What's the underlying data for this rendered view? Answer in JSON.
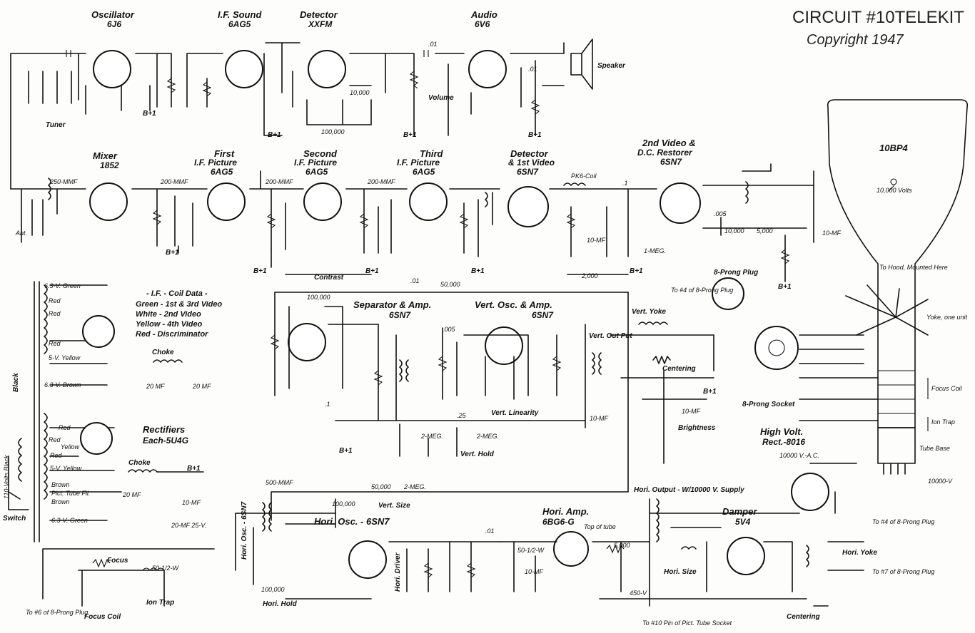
{
  "title": {
    "line1": "CIRCUIT #10TELEKIT",
    "line2": "Copyright 1947"
  },
  "stages": {
    "oscillator": {
      "name": "Oscillator",
      "tube": "6J6"
    },
    "if_sound": {
      "name": "I.F. Sound",
      "tube": "6AG5"
    },
    "detector": {
      "name": "Detector",
      "tube": "XXFM"
    },
    "audio": {
      "name": "Audio",
      "tube": "6V6"
    },
    "mixer": {
      "name": "Mixer",
      "tube": "1852"
    },
    "first_if": {
      "name1": "First",
      "name2": "I.F. Picture",
      "tube": "6AG5"
    },
    "second_if": {
      "name1": "Second",
      "name2": "I.F. Picture",
      "tube": "6AG5"
    },
    "third_if": {
      "name1": "Third",
      "name2": "I.F. Picture",
      "tube": "6AG5"
    },
    "detector_video": {
      "name1": "Detector",
      "name2": "& 1st Video",
      "tube": "6SN7"
    },
    "second_video": {
      "name1": "2nd Video &",
      "name2": "D.C. Restorer",
      "tube": "6SN7"
    },
    "crt": {
      "tube": "10BP4",
      "volts": "10,000 Volts"
    },
    "separator": {
      "name": "Separator & Amp.",
      "tube": "6SN7"
    },
    "vert_osc": {
      "name": "Vert. Osc. & Amp.",
      "tube": "6SN7"
    },
    "rectifiers": {
      "name": "Rectifiers",
      "tube": "Each-5U4G"
    },
    "hori_osc": {
      "name": "Hori. Osc. - 6SN7"
    },
    "hori_amp": {
      "name": "Hori. Amp.",
      "tube": "6BG6-G"
    },
    "damper": {
      "name": "Damper",
      "tube": "5V4"
    },
    "high_volt": {
      "name": "High Volt.",
      "tube": "Rect.-8016"
    }
  },
  "if_coil_data": {
    "heading": "- I.F. - Coil Data -",
    "rows": [
      "Green - 1st & 3rd Video",
      "White - 2nd Video",
      "Yellow - 4th Video",
      "Red - Discriminator"
    ]
  },
  "labels": {
    "speaker": "Speaker",
    "tuner": "Tuner",
    "ant": "Ant.",
    "contrast": "Contrast",
    "volume": "Volume",
    "choke": "Choke",
    "switch": "Switch",
    "line": "110-Volts Black",
    "black": "Black",
    "focus": "Focus",
    "focus_coil": "Focus Coil",
    "ion_trap": "Ion Trap",
    "vert_yoke": "Vert. Yoke",
    "vert_out": "Vert. Out Put",
    "centering": "Centering",
    "brightness": "Brightness",
    "vert_linearity": "Vert. Linearity",
    "vert_hold": "Vert. Hold",
    "vert_size": "Vert. Size",
    "hori_hold": "Hori. Hold",
    "hori_driver": "Hori. Driver",
    "hori_size": "Hori. Size",
    "hori_yoke": "Hori. Yoke",
    "hori_output": "Hori. Output - W/10000 V. Supply",
    "tube_base": "Tube Base",
    "eight_prong_plug": "8-Prong Plug",
    "eight_prong_socket": "8-Prong Socket",
    "yoke_unit": "Yoke, one unit",
    "to_hood": "To Hood, Mounted Here",
    "ten_kv": "10000-V",
    "ten_kv_ac": "10000 V.-A.C.",
    "top_of_tube": "Top of tube",
    "pkg_coil": "PK6-Coil"
  },
  "transformer_taps": [
    "6.3-V. Green",
    "Red",
    "Red",
    "Red",
    "5-V. Yellow",
    "6.3-V. Brown",
    "Red",
    "Red",
    "Yellow",
    "Red",
    "5-V. Yellow",
    "Brown",
    "Pict. Tube Fil.",
    "Brown",
    "6.3-V. Green"
  ],
  "values": {
    "b_plus": "B+1",
    "r100000": "100,000",
    "r10000": "10,000",
    "r2000": "2,000",
    "r50000": "50,000",
    "r5000": "5,000",
    "c250": "250-MMF",
    "c200": "200-MMF",
    "c500": "500-MMF",
    "c01": ".01",
    "c005": ".005",
    "c1": ".1",
    "c25": ".25",
    "c10mf": "10-MF",
    "c20mf": "20 MF",
    "c20mf25": "20-MF 25-V.",
    "meg1": "1-MEG.",
    "meg2": "2-MEG.",
    "v450": "450-V",
    "w50": "50-1/2-W",
    "pix_to_10": "To #10 Pin of Pict. Tube Socket",
    "to_4_plug": "To #4 of 8-Prong Plug",
    "to_7_plug": "To #7 of 8-Prong Plug",
    "to_6_plug": "To #6 of 8-Prong Plug"
  }
}
